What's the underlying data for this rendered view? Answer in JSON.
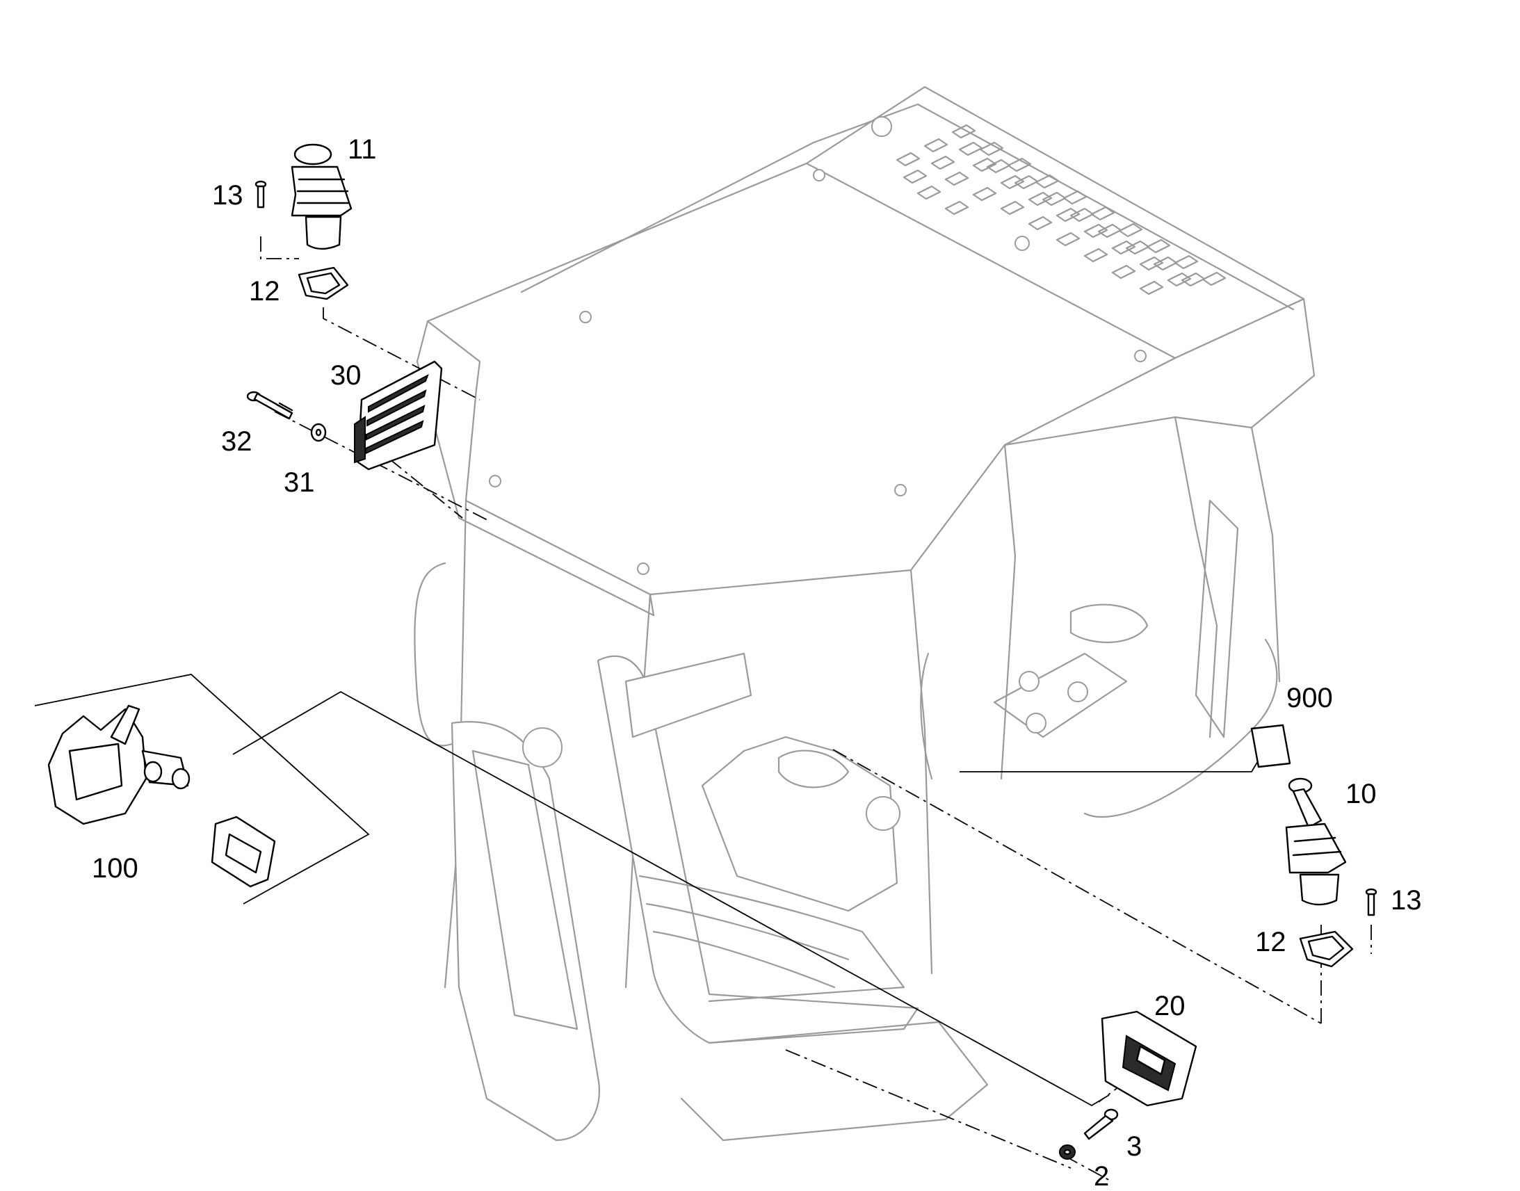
{
  "diagram": {
    "title": "",
    "part_labels": [
      "2",
      "3",
      "10",
      "11",
      "12",
      "12",
      "13",
      "13",
      "20",
      "30",
      "31",
      "32",
      "100",
      "900"
    ]
  },
  "labels": {
    "p2": "2",
    "p3": "3",
    "p10": "10",
    "p11": "11",
    "p12_top": "12",
    "p12_right": "12",
    "p13_top": "13",
    "p13_right": "13",
    "p20": "20",
    "p30": "30",
    "p31": "31",
    "p32": "32",
    "p100": "100",
    "p900": "900"
  },
  "colors": {
    "cab_line": "#9a9a9a",
    "part_line": "#000000",
    "background": "#ffffff"
  }
}
